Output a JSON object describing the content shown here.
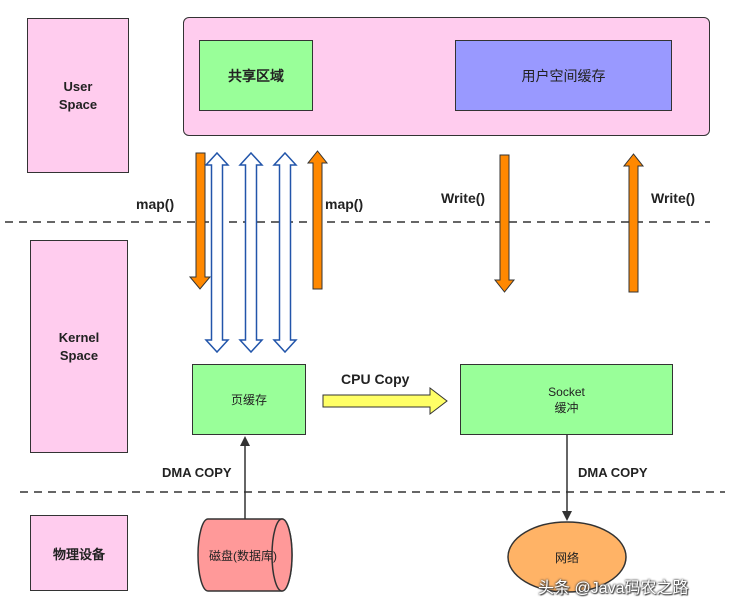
{
  "layers": {
    "user": "User\nSpace",
    "kernel": "Kernel\nSpace",
    "physical": "物理设备"
  },
  "user_space": {
    "shared_region": "共享区域",
    "user_buffer": "用户空间缓存"
  },
  "kernel_space": {
    "page_cache": "页缓存",
    "socket_buffer": "Socket\n缓冲"
  },
  "devices": {
    "disk": "磁盘(数据库)",
    "network": "网络"
  },
  "labels": {
    "map_left": "map()",
    "map_right": "map()",
    "write_left": "Write()",
    "write_right": "Write()",
    "cpu_copy": "CPU Copy",
    "dma_left": "DMA COPY",
    "dma_right": "DMA COPY"
  },
  "watermark": "头条 @Java码农之路",
  "colors": {
    "layer_pink": "#ffccee",
    "green": "#99ff99",
    "purple": "#9999ff",
    "orange": "#ff8800",
    "blue": "#2255aa",
    "yellow": "#ffff66",
    "disk": "#ff9999",
    "network": "#ffb366"
  }
}
